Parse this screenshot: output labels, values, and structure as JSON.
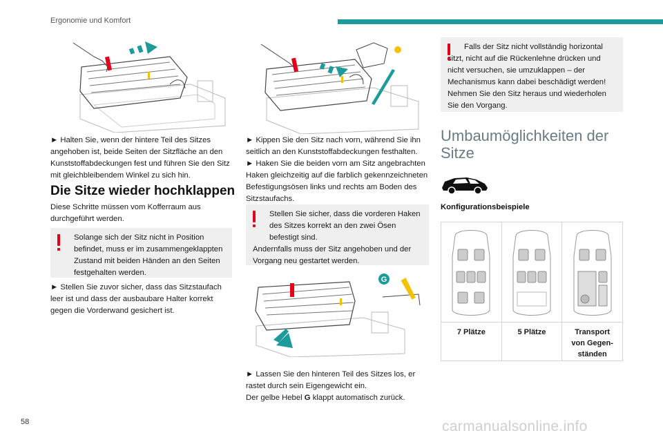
{
  "header": {
    "section_title": "Ergonomie und Komfort"
  },
  "col1": {
    "step1": "► Halten Sie, wenn der hintere Teil des Sitzes angehoben ist, beide Seiten der Sitzfläche an den Kunststoffabdeckungen fest und führen Sie den Sitz mit gleichbleibendem Winkel zu sich hin.",
    "heading": "Die Sitze wieder hochklappen",
    "intro": "Diese Schritte müssen vom Kofferraum aus durchgeführt werden.",
    "warning": "Solange sich der Sitz nicht in Position befindet, muss er im zusammengeklappten Zustand mit beiden Händen an den Seiten festgehalten werden.",
    "step2": "► Stellen Sie zuvor sicher, dass das Sitzstaufach leer ist und dass der ausbaubare Halter korrekt gegen die Vorderwand gesichert ist."
  },
  "col2": {
    "step1": "► Kippen Sie den Sitz nach vorn, während Sie ihn seitlich an den Kunststoffabdeckungen festhalten.",
    "step2": "► Haken Sie die beiden vorn am Sitz angebrachten Haken gleichzeitig auf die farblich gekennzeichneten Befestigungsösen links und rechts am Boden des Sitzstaufachs.",
    "warning_line1": "Stellen Sie sicher, dass die vorderen Haken des Sitzes korrekt an den zwei Ösen befestigt sind.",
    "warning_line2": "Andernfalls muss der Sitz angehoben und der Vorgang neu gestartet werden.",
    "figure_label": "G",
    "step3": "► Lassen Sie den hinteren Teil des Sitzes los, er rastet durch sein Eigengewicht ein.",
    "step3b_pre": "Der gelbe Hebel ",
    "step3b_bold": "G",
    "step3b_post": " klappt automatisch zurück."
  },
  "col3": {
    "warning": "Falls der Sitz nicht vollständig horizontal sitzt, nicht auf die Rückenlehne drücken und nicht versuchen, sie umzuklappen – der Mechanismus kann dabei beschädigt werden! Nehmen Sie den Sitz heraus und wiederholen Sie den Vorgang.",
    "heading": "Umbaumöglichkeiten der Sitze",
    "subheading": "Konfigurationsbeispiele",
    "configs": [
      "7 Plätze",
      "5 Plätze",
      "Transport von Gegen-ständen"
    ]
  },
  "footer": {
    "page_number": "58",
    "watermark": "carmanualsonline.info"
  },
  "colors": {
    "accent": "#1d9a9a",
    "warning_red": "#e2001a",
    "warning_bg": "#efefef",
    "heading_grey": "#6a7b84",
    "lever_yellow": "#f2c200"
  }
}
